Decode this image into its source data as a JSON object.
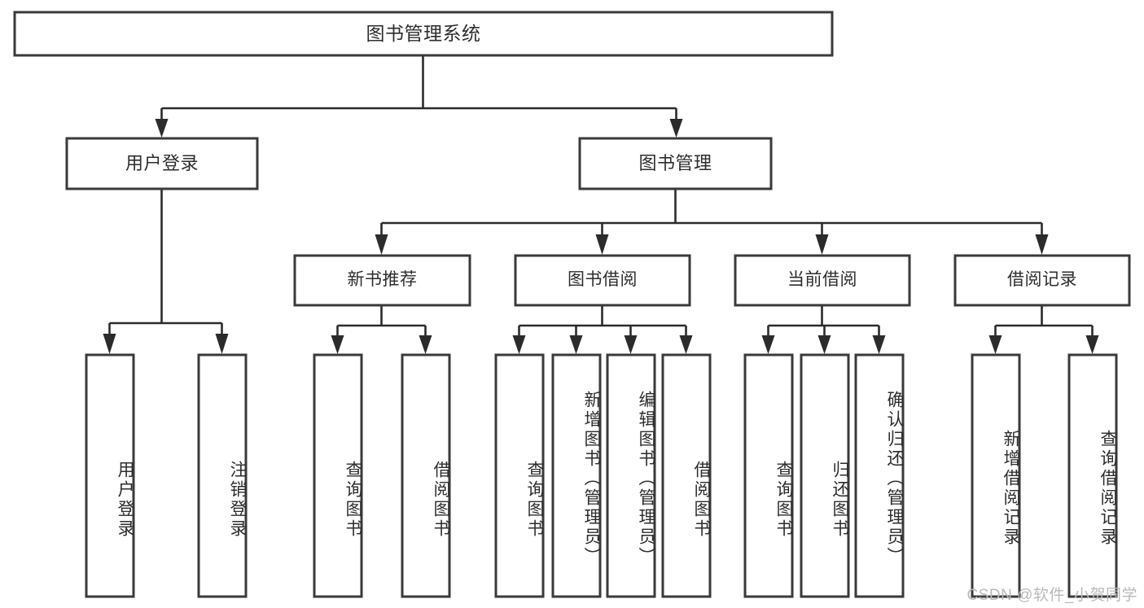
{
  "diagram": {
    "type": "tree",
    "title": "图书管理系统",
    "watermark": "CSDN @软件_小贺同学",
    "root": {
      "label": "图书管理系统"
    },
    "level2": [
      {
        "label": "用户登录"
      },
      {
        "label": "图书管理"
      }
    ],
    "level3": [
      {
        "label": "新书推荐"
      },
      {
        "label": "图书借阅"
      },
      {
        "label": "当前借阅"
      },
      {
        "label": "借阅记录"
      }
    ],
    "leaves": {
      "user_login": [
        {
          "label": "用户登录"
        },
        {
          "label": "注销登录"
        }
      ],
      "new_book_recommend": [
        {
          "label": "查询图书"
        },
        {
          "label": "借阅图书"
        }
      ],
      "book_borrow": [
        {
          "label": "查询图书"
        },
        {
          "label": "新增图书（管理员）"
        },
        {
          "label": "编辑图书（管理员）"
        },
        {
          "label": "借阅图书"
        }
      ],
      "current_borrow": [
        {
          "label": "查询图书"
        },
        {
          "label": "归还图书"
        },
        {
          "label": "确认归还（管理员）"
        }
      ],
      "borrow_record": [
        {
          "label": "新增借阅记录"
        },
        {
          "label": "查询借阅记录"
        }
      ]
    },
    "colors": {
      "box_stroke": "#3a3a3a",
      "connector": "#2b2b2b",
      "text": "#2d2d2d",
      "background": "#ffffff",
      "watermark": "#b9b9b9"
    }
  }
}
